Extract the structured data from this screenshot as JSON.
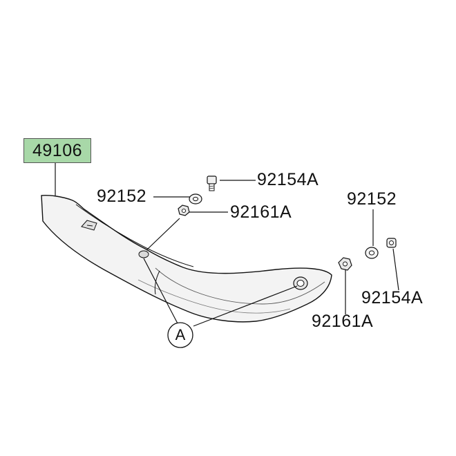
{
  "labels": {
    "main_part": "49106",
    "screw_upper": "92154A",
    "washer_upper": "92152",
    "nut_upper": "92161A",
    "washer_right": "92152",
    "screw_right": "92154A",
    "nut_right": "92161A",
    "callout": "A"
  },
  "colors": {
    "highlight": "#a8d8a8",
    "line": "#111111",
    "part_fill": "#f3f3f3"
  }
}
